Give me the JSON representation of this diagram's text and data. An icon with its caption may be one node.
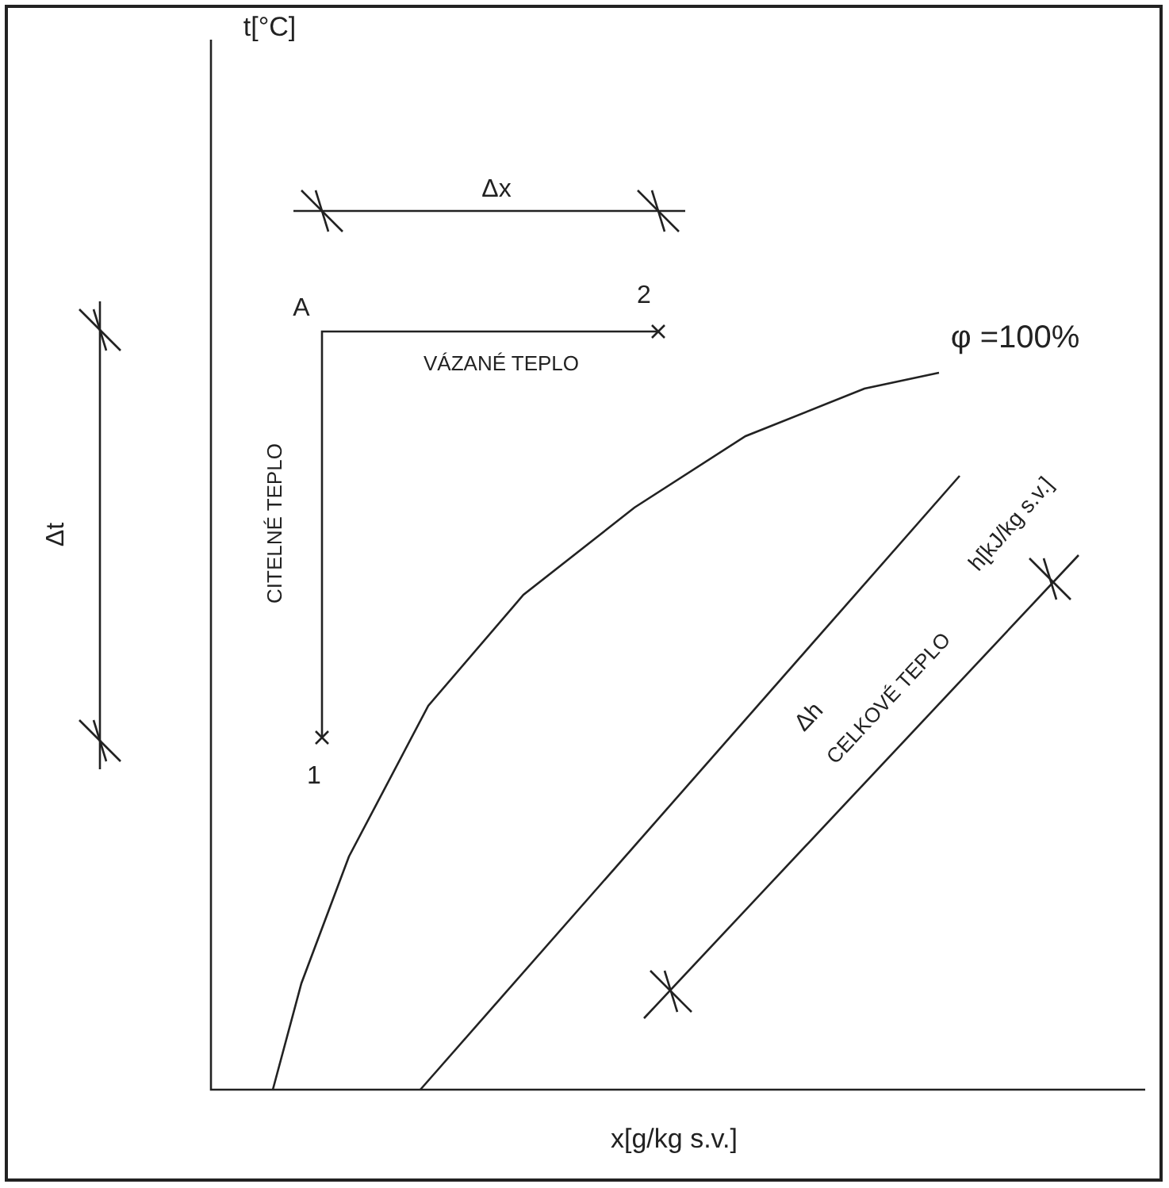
{
  "diagram": {
    "labels": [
      "t[°C]",
      "Δx",
      "A",
      "2",
      "φ =100%",
      "VÁZANÉ TEPLO",
      "Δt",
      "CITELNÉ TEPLO",
      "h[kJ/kg s.v.]",
      "Δh",
      "CELKOVÉ TEPLO",
      "1",
      "x[g/kg s.v.]"
    ]
  }
}
